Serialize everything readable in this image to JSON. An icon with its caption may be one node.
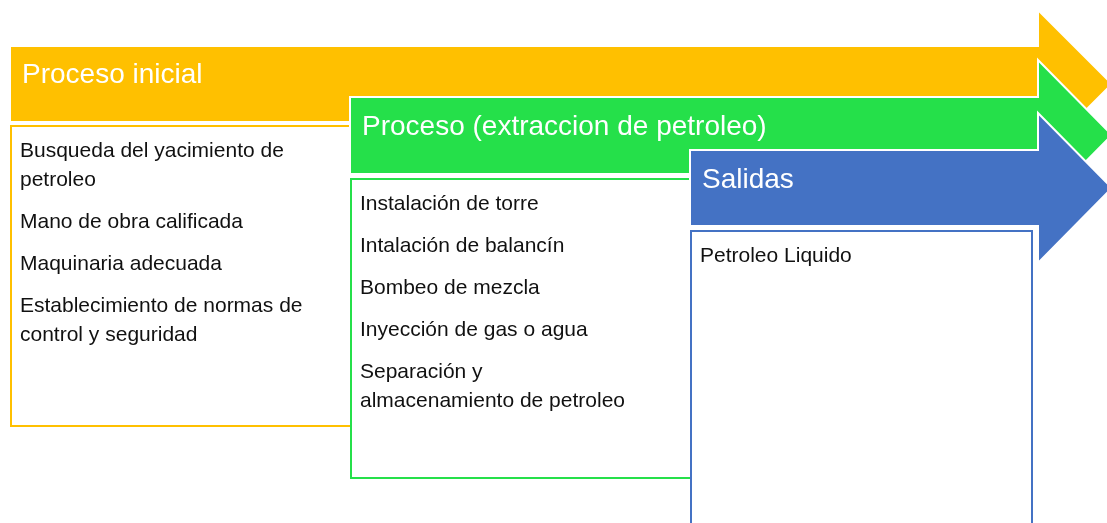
{
  "diagram": {
    "nodes": [
      {
        "text": [
          "Proceso inicial"
        ]
      },
      {
        "text": [
          "Busqueda del yacimiento de petroleo",
          "Mano de obra calificada",
          "Maquinaria adecuada",
          "Establecimiento de normas de control y seguridad"
        ]
      },
      {
        "text": [
          "Proceso (extraccion de petroleo)"
        ]
      },
      {
        "text": [
          "Instalación de torre",
          "Intalación de balancín",
          "Bombeo de mezcla",
          "Inyección de gas o agua",
          "Separación y almacenamiento de petroleo"
        ]
      },
      {
        "text": [
          "Salidas"
        ]
      },
      {
        "text": [
          "Petroleo Liquido"
        ]
      }
    ]
  }
}
